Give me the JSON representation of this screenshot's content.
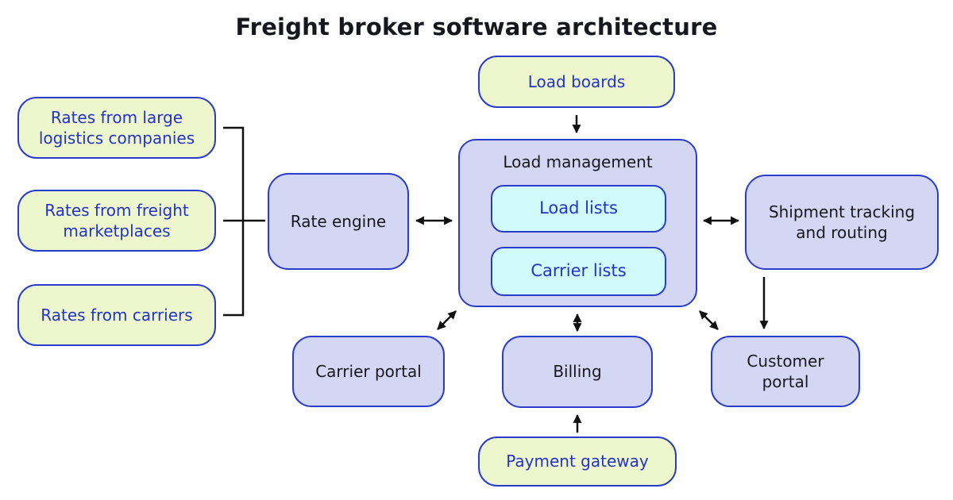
{
  "title": "Freight broker software architecture",
  "colors": {
    "background": "#ffffff",
    "fill_green": "#edf6cd",
    "fill_lavender": "#d4d7f4",
    "fill_cyan": "#d0fafc",
    "border_blue": "#2a3ccc",
    "text_blue": "#2433c8",
    "text_black": "#17181d",
    "connector_black": "#111111"
  },
  "nodes": {
    "rates_large": {
      "label": "Rates from large logistics companies"
    },
    "rates_freight": {
      "label": "Rates from freight marketplaces"
    },
    "rates_carriers": {
      "label": "Rates from carriers"
    },
    "rate_engine": {
      "label": "Rate engine"
    },
    "load_boards": {
      "label": "Load boards"
    },
    "load_management": {
      "label": "Load management"
    },
    "load_lists": {
      "label": "Load lists"
    },
    "carrier_lists": {
      "label": "Carrier lists"
    },
    "shipment_tracking": {
      "label": "Shipment tracking and routing"
    },
    "carrier_portal": {
      "label": "Carrier portal"
    },
    "billing": {
      "label": "Billing"
    },
    "customer_portal": {
      "label": "Customer portal"
    },
    "payment_gateway": {
      "label": "Payment gateway"
    }
  },
  "edges": [
    {
      "from": "rates_large",
      "to": "rate_engine",
      "type": "bracket-line"
    },
    {
      "from": "rates_freight",
      "to": "rate_engine",
      "type": "bracket-line"
    },
    {
      "from": "rates_carriers",
      "to": "rate_engine",
      "type": "bracket-line"
    },
    {
      "from": "load_boards",
      "to": "load_management",
      "type": "arrow"
    },
    {
      "from": "rate_engine",
      "to": "load_management",
      "type": "double-arrow"
    },
    {
      "from": "load_management",
      "to": "shipment_tracking",
      "type": "double-arrow"
    },
    {
      "from": "load_management",
      "to": "carrier_portal",
      "type": "double-arrow"
    },
    {
      "from": "load_management",
      "to": "billing",
      "type": "double-arrow"
    },
    {
      "from": "load_management",
      "to": "customer_portal",
      "type": "double-arrow"
    },
    {
      "from": "shipment_tracking",
      "to": "customer_portal",
      "type": "arrow"
    },
    {
      "from": "payment_gateway",
      "to": "billing",
      "type": "arrow"
    }
  ]
}
